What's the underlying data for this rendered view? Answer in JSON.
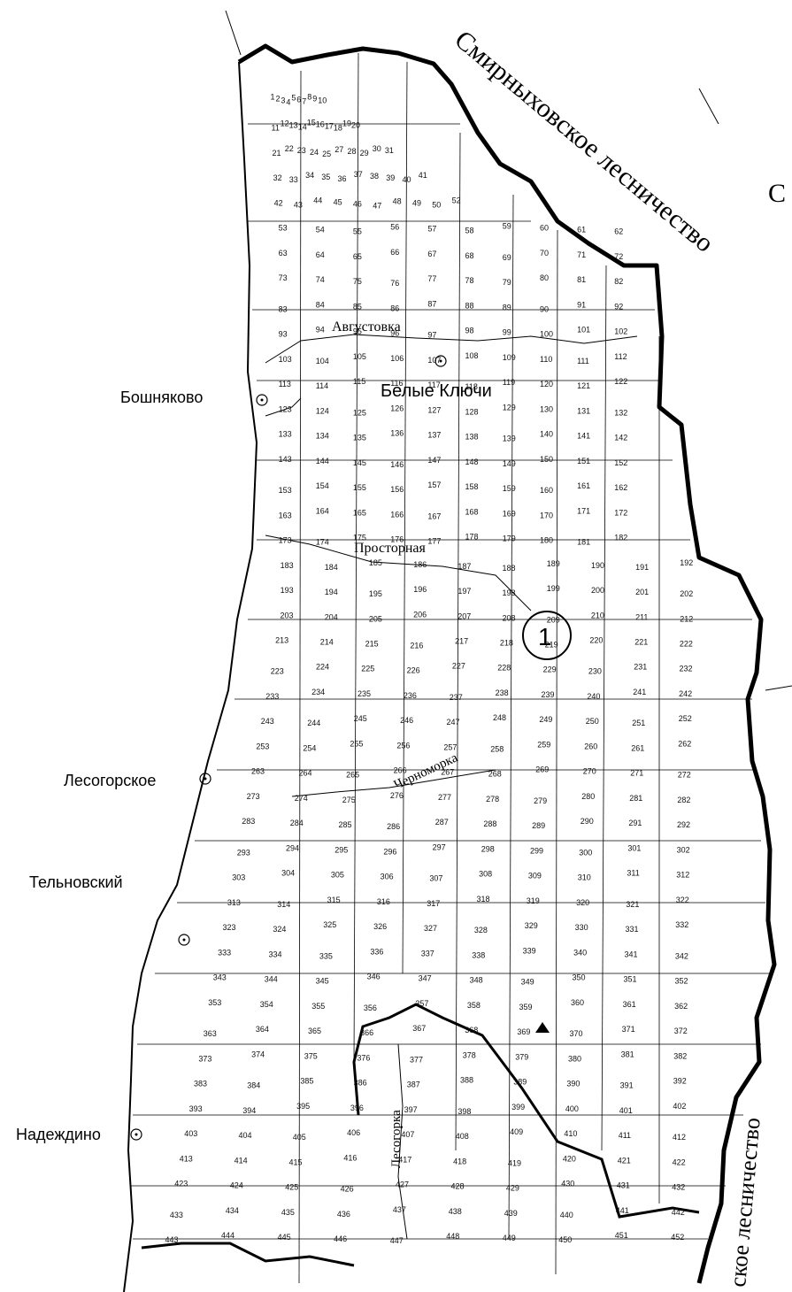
{
  "colors": {
    "ink": "#000000",
    "paper": "#ffffff"
  },
  "map": {
    "neighbor_north": "Смирныховское лесничество",
    "neighbor_south": "ское лесничество",
    "edge_letter": "С",
    "district_marker": "1",
    "settlements": [
      "Бошняково",
      "Белые Ключи",
      "Лесогорское",
      "Тельновский",
      "Надеждино"
    ],
    "rivers": [
      "Августовка",
      "Просторная",
      "Черноморка",
      "Лесогорка"
    ],
    "icons": [
      "settlement-icon",
      "forestry-office-icon"
    ],
    "quarters": [
      "1",
      "2",
      "3",
      "4",
      "5",
      "6",
      "7",
      "8",
      "9",
      "10",
      "11",
      "12",
      "13",
      "14",
      "15",
      "16",
      "17",
      "18",
      "19",
      "20",
      "21",
      "22",
      "23",
      "24",
      "25",
      "27",
      "28",
      "29",
      "30",
      "31",
      "32",
      "33",
      "34",
      "35",
      "36",
      "37",
      "38",
      "39",
      "40",
      "41",
      "42",
      "43",
      "44",
      "45",
      "46",
      "47",
      "48",
      "49",
      "50",
      "52",
      "53",
      "54",
      "55",
      "56",
      "57",
      "58",
      "59",
      "60",
      "61",
      "62",
      "63",
      "64",
      "65",
      "66",
      "67",
      "68",
      "69",
      "70",
      "71",
      "72",
      "73",
      "74",
      "75",
      "76",
      "77",
      "78",
      "79",
      "80",
      "81",
      "82",
      "83",
      "84",
      "85",
      "86",
      "87",
      "88",
      "89",
      "90",
      "91",
      "92",
      "93",
      "94",
      "95",
      "96",
      "97",
      "98",
      "99",
      "100",
      "101",
      "102",
      "103",
      "104",
      "105",
      "106",
      "107",
      "108",
      "109",
      "110",
      "111",
      "112",
      "113",
      "114",
      "115",
      "116",
      "117",
      "118",
      "119",
      "120",
      "121",
      "122",
      "123",
      "124",
      "125",
      "126",
      "127",
      "128",
      "129",
      "130",
      "131",
      "132",
      "133",
      "134",
      "135",
      "136",
      "137",
      "138",
      "139",
      "140",
      "141",
      "142",
      "143",
      "144",
      "145",
      "146",
      "147",
      "148",
      "149",
      "150",
      "151",
      "152",
      "153",
      "154",
      "155",
      "156",
      "157",
      "158",
      "159",
      "160",
      "161",
      "162",
      "163",
      "164",
      "165",
      "166",
      "167",
      "168",
      "169",
      "170",
      "171",
      "172",
      "173",
      "174",
      "175",
      "176",
      "177",
      "178",
      "179",
      "180",
      "181",
      "182",
      "183",
      "184",
      "185",
      "186",
      "187",
      "188",
      "189",
      "190",
      "191",
      "192",
      "193",
      "194",
      "195",
      "196",
      "197",
      "198",
      "199",
      "200",
      "201",
      "202",
      "203",
      "204",
      "205",
      "206",
      "207",
      "208",
      "209",
      "210",
      "211",
      "212",
      "213",
      "214",
      "215",
      "216",
      "217",
      "218",
      "219",
      "220",
      "221",
      "222",
      "223",
      "224",
      "225",
      "226",
      "227",
      "228",
      "229",
      "230",
      "231",
      "232",
      "233",
      "234",
      "235",
      "236",
      "237",
      "238",
      "239",
      "240",
      "241",
      "242",
      "243",
      "244",
      "245",
      "246",
      "247",
      "248",
      "249",
      "250",
      "251",
      "252",
      "253",
      "254",
      "255",
      "256",
      "257",
      "258",
      "259",
      "260",
      "261",
      "262",
      "263",
      "264",
      "265",
      "266",
      "267",
      "268",
      "269",
      "270",
      "271",
      "272",
      "273",
      "274",
      "275",
      "276",
      "277",
      "278",
      "279",
      "280",
      "281",
      "282",
      "283",
      "284",
      "285",
      "286",
      "287",
      "288",
      "289",
      "290",
      "291",
      "292",
      "293",
      "294",
      "295",
      "296",
      "297",
      "298",
      "299",
      "300",
      "301",
      "302",
      "303",
      "304",
      "305",
      "306",
      "307",
      "308",
      "309",
      "310",
      "311",
      "312",
      "313",
      "314",
      "315",
      "316",
      "317",
      "318",
      "319",
      "320",
      "321",
      "322",
      "323",
      "324",
      "325",
      "326",
      "327",
      "328",
      "329",
      "330",
      "331",
      "332",
      "333",
      "334",
      "335",
      "336",
      "337",
      "338",
      "339",
      "340",
      "341",
      "342",
      "343",
      "344",
      "345",
      "346",
      "347",
      "348",
      "349",
      "350",
      "351",
      "352",
      "353",
      "354",
      "355",
      "356",
      "357",
      "358",
      "359",
      "360",
      "361",
      "362",
      "363",
      "364",
      "365",
      "366",
      "367",
      "368",
      "369",
      "370",
      "371",
      "372",
      "373",
      "374",
      "375",
      "376",
      "377",
      "378",
      "379",
      "380",
      "381",
      "382",
      "383",
      "384",
      "385",
      "386",
      "387",
      "388",
      "389",
      "390",
      "391",
      "392",
      "393",
      "394",
      "395",
      "396",
      "397",
      "398",
      "399",
      "400",
      "401",
      "402",
      "403",
      "404",
      "405",
      "406",
      "407",
      "408",
      "409",
      "410",
      "411",
      "412",
      "413",
      "414",
      "415",
      "416",
      "417",
      "418",
      "419",
      "420",
      "421",
      "422",
      "423",
      "424",
      "425",
      "426",
      "427",
      "428",
      "429",
      "430",
      "431",
      "432",
      "433",
      "434",
      "435",
      "436",
      "437",
      "438",
      "439",
      "440",
      "441",
      "442",
      "443",
      "444",
      "445",
      "446",
      "447",
      "448",
      "449",
      "450",
      "451",
      "452"
    ]
  }
}
